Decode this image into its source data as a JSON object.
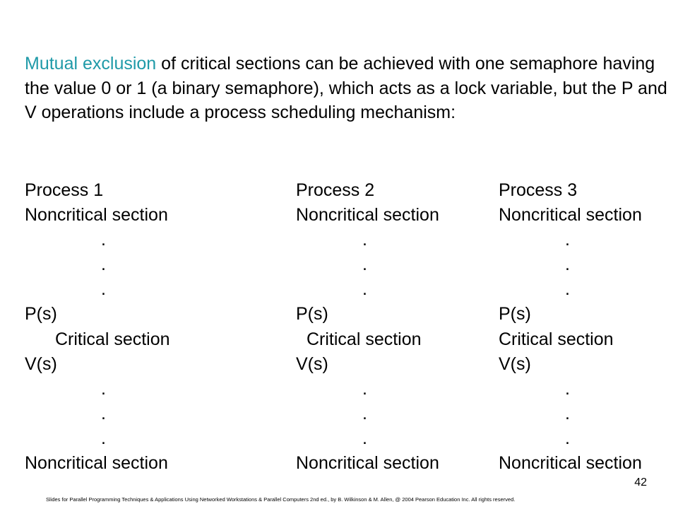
{
  "intro": {
    "highlight": "Mutual exclusion",
    "text": " of critical sections can be achieved with one semaphore having the value 0 or 1 (a binary semaphore), which acts as a lock variable, but the P and V operations include a process scheduling mechanism:"
  },
  "processes": [
    {
      "rows": [
        "Process 1",
        "Noncritical section",
        ".",
        ".",
        ".",
        "P(s)",
        "Critical section",
        "V(s)",
        ".",
        ".",
        ".",
        "Noncritical section"
      ]
    },
    {
      "rows": [
        "Process 2",
        "Noncritical section",
        ".",
        ".",
        ".",
        "P(s)",
        "Critical section",
        "V(s)",
        ".",
        ".",
        ".",
        "Noncritical section"
      ]
    },
    {
      "rows": [
        "Process 3",
        "Noncritical section",
        ".",
        ".",
        ".",
        "P(s)",
        "Critical section",
        "V(s)",
        ".",
        ".",
        ".",
        "Noncritical section"
      ]
    }
  ],
  "page_number": "42",
  "footer": "Slides for Parallel Programming Techniques & Applications Using Networked Workstations & Parallel Computers 2nd ed., by B. Wilkinson & M. Allen, @ 2004 Pearson Education Inc. All rights reserved.",
  "colors": {
    "highlight": "#1f9aa8",
    "text": "#000000",
    "background": "#ffffff"
  }
}
